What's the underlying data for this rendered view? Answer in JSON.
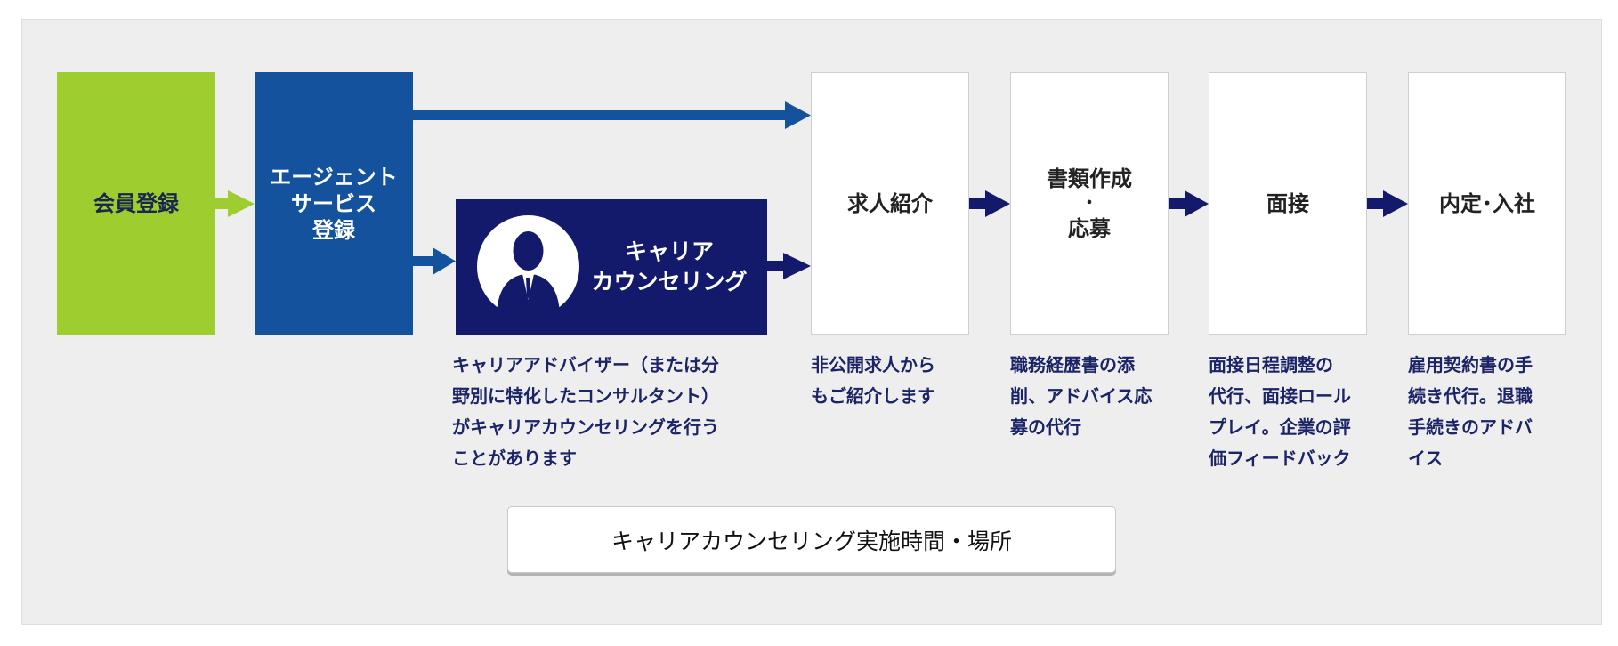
{
  "colors": {
    "green": "#9dcd2e",
    "blue": "#14529e",
    "navy": "#141a6b",
    "text_navy": "#1b2466"
  },
  "steps": {
    "member": "会員登録",
    "agent": [
      "エージェント",
      "サービス",
      "登録"
    ],
    "career": [
      "キャリア",
      "カウンセリング"
    ],
    "job": "求人紹介",
    "doc": [
      "書類作成",
      "・",
      "応募"
    ],
    "interview": "面接",
    "offer": "内定･入社"
  },
  "descriptions": {
    "career": [
      "キャリアアドバイザー（または分",
      "野別に特化したコンサルタント）",
      "がキャリアカウンセリングを行う",
      "ことがあります"
    ],
    "job": [
      "非公開求人から",
      "もご紹介します"
    ],
    "doc": [
      "職務経歴書の添",
      "削、アドバイス応",
      "募の代行"
    ],
    "interview": [
      "面接日程調整の",
      "代行、面接ロール",
      "プレイ。企業の評",
      "価フィードバック"
    ],
    "offer": [
      "雇用契約書の手",
      "続き代行。退職",
      "手続きのアドバ",
      "イス"
    ]
  },
  "button": {
    "label": "キャリアカウンセリング実施時間・場所"
  },
  "icons": {
    "avatar": "person-silhouette-icon",
    "arrow": "arrow-right-icon"
  }
}
